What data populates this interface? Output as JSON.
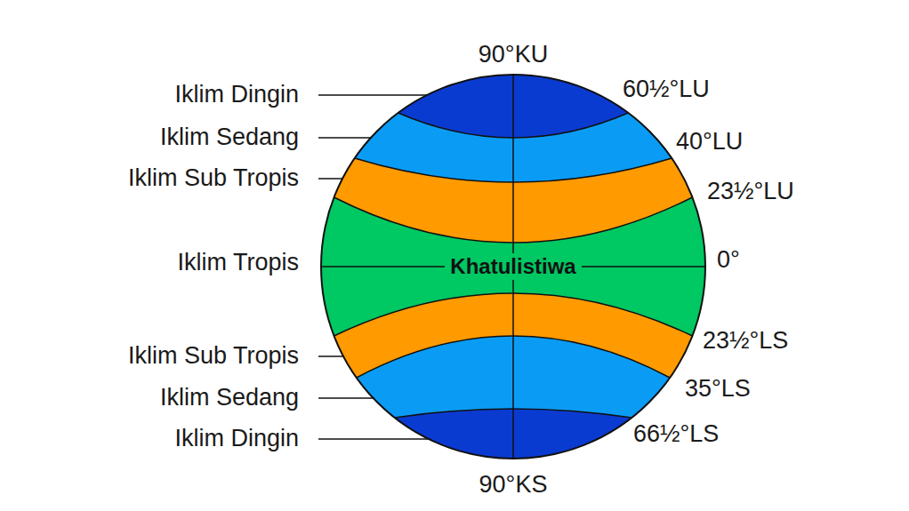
{
  "diagram": {
    "labels": [
      "90°KU",
      "Iklim Dingin",
      "60½°LU",
      "Iklim Sedang",
      "40°LU",
      "Iklim Sub Tropis",
      "23½°LU",
      "Iklim Tropis",
      "Khatulistiwa",
      "0°",
      "23½°LS",
      "Iklim Sub Tropis",
      "Iklim Sedang",
      "35°LS",
      "Iklim Dingin",
      "66½°LS",
      "90°KS"
    ]
  }
}
